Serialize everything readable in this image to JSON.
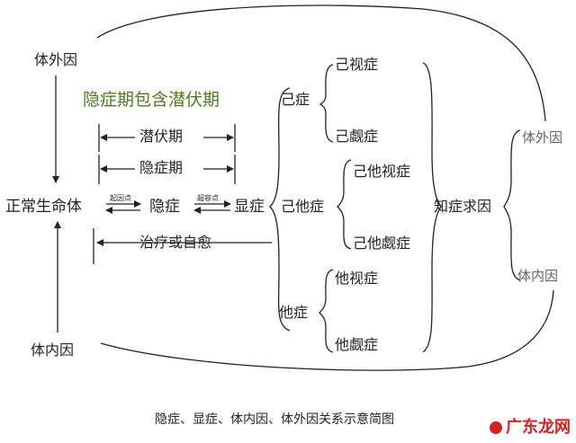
{
  "diagram": {
    "external_cause": "体外因",
    "internal_cause": "体内因",
    "green_heading": "隐症期包含潜伏期",
    "incubation_period": "潜伏期",
    "latent_period": "隐症期",
    "normal_life": "正常生命体",
    "arrow_label_onset": "起因点",
    "latent_disease": "隐症",
    "arrow_label_capacity": "超容点",
    "manifest_disease": "显症",
    "treatment": "治疗或自愈",
    "self_disease": "己症",
    "self_visible": "己视症",
    "self_invisible": "己觑症",
    "self_other_disease": "己他症",
    "self_other_visible": "己他视症",
    "self_other_invisible": "己他觑症",
    "other_disease": "他症",
    "other_visible": "他视症",
    "other_invisible": "他觑症",
    "seek_cause": "知症求因",
    "right_external": "体外因",
    "right_internal": "体内因",
    "caption": "隐症、显症、体内因、体外因关系示意简图",
    "watermark": "广东龙网"
  }
}
